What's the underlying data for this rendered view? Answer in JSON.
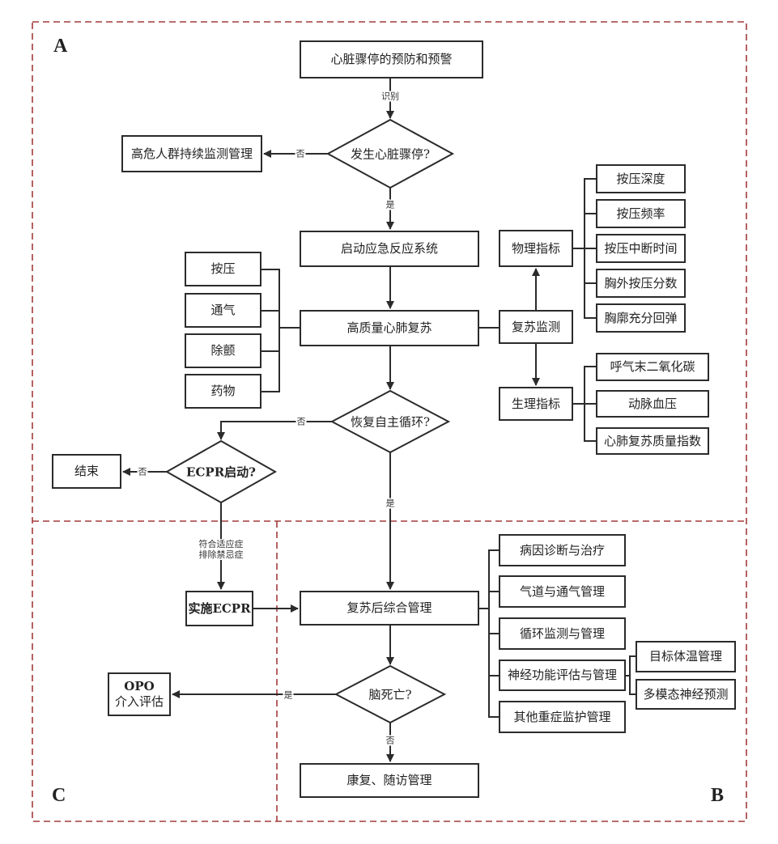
{
  "regions": {
    "a": "A",
    "b": "B",
    "c": "C"
  },
  "colors": {
    "region_border": "#a33a3a",
    "line": "#2b2b2b"
  },
  "nodes": {
    "prevention": "心脏骤停的预防和预警",
    "cardiac_arrest_q": "发生心脏骤停?",
    "high_risk_monitoring": "高危人群持续监测管理",
    "activate_ems": "启动应急反应系统",
    "high_quality_cpr": "高质量心肺复苏",
    "cpr_components": [
      "按压",
      "通气",
      "除颤",
      "药物"
    ],
    "resuscitation_monitoring": "复苏监测",
    "physical_indicators": "物理指标",
    "physical_items": [
      "按压深度",
      "按压频率",
      "按压中断时间",
      "胸外按压分数",
      "胸廓充分回弹"
    ],
    "physiological_indicators": "生理指标",
    "physiological_items": [
      "呼气末二氧化碳",
      "动脉血压",
      "心肺复苏质量指数"
    ],
    "rosc_q": "恢复自主循环?",
    "ecpr_q": "ECPR启动?",
    "end": "结束",
    "implement_ecpr": "实施ECPR",
    "post_resuscitation": "复苏后综合管理",
    "post_items": [
      "病因诊断与治疗",
      "气道与通气管理",
      "循环监测与管理",
      "神经功能评估与管理",
      "其他重症监护管理"
    ],
    "neuro_sub_items": [
      "目标体温管理",
      "多模态神经预测"
    ],
    "brain_death_q": "脑死亡?",
    "opo_line1": "OPO",
    "opo_line2": "介入评估",
    "rehab": "康复、随访管理"
  },
  "edge_labels": {
    "identify": "识别",
    "no1": "否",
    "yes1": "是",
    "no2": "否",
    "yes2": "是",
    "no3": "否",
    "ecpr_criteria_line1": "符合适应症",
    "ecpr_criteria_line2": "排除禁忌症",
    "yes3": "是",
    "no4": "否"
  }
}
